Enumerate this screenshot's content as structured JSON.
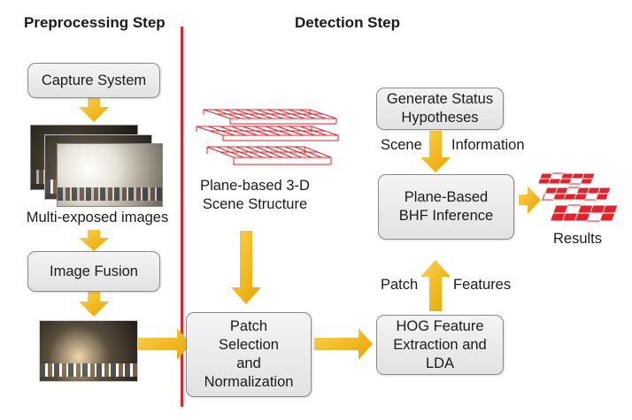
{
  "headings": {
    "preprocessing": "Preprocessing Step",
    "detection": "Detection Step"
  },
  "boxes": {
    "capture": "Capture System",
    "fusion": "Image Fusion",
    "patch": "Patch\nSelection\nand\nNormalization",
    "hog": "HOG Feature\nExtraction and\nLDA",
    "bhf": "Plane-Based\nBHF Inference",
    "hypotheses": "Generate Status\nHypotheses"
  },
  "labels": {
    "multi_exposed": "Multi-exposed images",
    "scene_structure": "Plane-based 3-D\nScene Structure",
    "scene": "Scene",
    "information": "Information",
    "patch": "Patch",
    "features": "Features",
    "results": "Results"
  },
  "colors": {
    "arrow": "#f2b200",
    "divider": "#e3222b",
    "grid": "#e3222b"
  }
}
